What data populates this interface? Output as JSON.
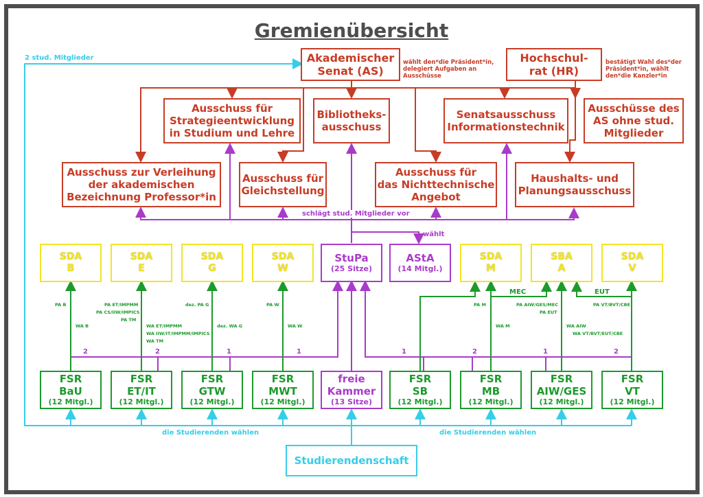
{
  "title": "Gremienübersicht",
  "top": {
    "as": {
      "line1": "Akademischer",
      "line2": "Senat (AS)"
    },
    "as_note": [
      "wählt den*die Präsident*in,",
      "delegiert Aufgaben an",
      "Ausschüsse"
    ],
    "hr": {
      "line1": "Hochschul-",
      "line2": "rat (HR)"
    },
    "hr_note": [
      "bestätigt Wahl des*der",
      "Präsident*in, wählt",
      "den*die Kanzler*in"
    ]
  },
  "committees": {
    "strat": [
      "Ausschuss für",
      "Strategieentwicklung",
      "in Studium und Lehre"
    ],
    "bib": [
      "Bibliotheks-",
      "ausschuss"
    ],
    "it": [
      "Senatsausschuss",
      "Informationstechnik"
    ],
    "ohne": [
      "Ausschüsse des",
      "AS ohne stud.",
      "Mitglieder"
    ],
    "prof": [
      "Ausschuss zur Verleihung",
      "der akademischen",
      "Bezeichnung Professor*in"
    ],
    "gleich": [
      "Ausschuss für",
      "Gleichstellung"
    ],
    "ntech": [
      "Ausschuss für",
      "das Nichttechnische",
      "Angebot"
    ],
    "haus": [
      "Haushalts- und",
      "Planungsausschuss"
    ]
  },
  "labels": {
    "two_members": "2 stud. Mitglieder",
    "proposes": "schlägt stud. Mitglieder vor",
    "elects": "wählt",
    "students_elect_left": "die Studierenden wählen",
    "students_elect_right": "die Studierenden wählen",
    "mec": "MEC",
    "eut": "EUT"
  },
  "sda": [
    {
      "line1": "SDA",
      "line2": "B"
    },
    {
      "line1": "SDA",
      "line2": "E"
    },
    {
      "line1": "SDA",
      "line2": "G"
    },
    {
      "line1": "SDA",
      "line2": "W"
    },
    {
      "line1": "SDA",
      "line2": "M"
    },
    {
      "line1": "SBA",
      "line2": "A"
    },
    {
      "line1": "SDA",
      "line2": "V"
    }
  ],
  "stupa": {
    "name": "StuPa",
    "seats": "(25 Sitze)"
  },
  "asta": {
    "name": "AStA",
    "members": "(14 Mitgl.)"
  },
  "fsr": [
    {
      "line1": "FSR",
      "line2": "BaU",
      "members": "(12 Mitgl.)"
    },
    {
      "line1": "FSR",
      "line2": "ET/IT",
      "members": "(12 Mitgl.)"
    },
    {
      "line1": "FSR",
      "line2": "GTW",
      "members": "(12 Mitgl.)"
    },
    {
      "line1": "FSR",
      "line2": "MWT",
      "members": "(12 Mitgl.)"
    },
    {
      "line1": "FSR",
      "line2": "SB",
      "members": "(12 Mitgl.)"
    },
    {
      "line1": "FSR",
      "line2": "MB",
      "members": "(12 Mitgl.)"
    },
    {
      "line1": "FSR",
      "line2": "AIW/GES",
      "members": "(12 Mitgl.)"
    },
    {
      "line1": "FSR",
      "line2": "VT",
      "members": "(12 Mitgl.)"
    }
  ],
  "kammer": {
    "line1": "freie",
    "line2": "Kammer",
    "seats": "(13 Sitze)"
  },
  "student_body": "Studierendenschaft",
  "seat_counts": [
    "2",
    "2",
    "1",
    "1",
    "1",
    "2",
    "1",
    "2"
  ],
  "pa_labels": {
    "b": [
      "PA B"
    ],
    "b_wa": [
      "WA B"
    ],
    "e": [
      "PA ET/IMPMM",
      "PA CS/IIW/IMPICS",
      "PA TM"
    ],
    "e_wa": [
      "WA ET/IMPMM",
      "WA IIW/IT/IMPMM/IMPICS",
      "WA TM"
    ],
    "g": [
      "dez. PA G"
    ],
    "g_wa": [
      "dez. WA G"
    ],
    "w": [
      "PA W"
    ],
    "w_wa": [
      "WA W"
    ],
    "m": [
      "PA M"
    ],
    "m_wa": [
      "WA M"
    ],
    "a": [
      "PA AIW/GES/MEC",
      "PA EUT"
    ],
    "a_wa": [
      "WA AIW",
      "WA VT/BVT/EUT/CBE"
    ],
    "v": [
      "PA VT/BVT/CBE"
    ]
  },
  "colors": {
    "red": "#c83c25",
    "yellow": "#f2e522",
    "purple": "#a93bc9",
    "green": "#1c9a2c",
    "cyan": "#36cde9",
    "gray": "#4d4d4d"
  }
}
